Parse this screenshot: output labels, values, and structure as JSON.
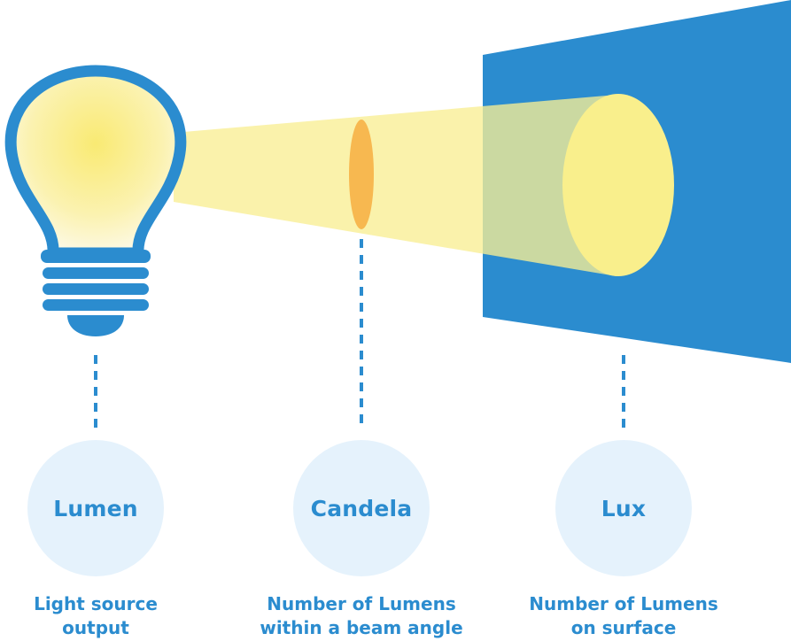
{
  "colors": {
    "blue": "#2b8ccf",
    "light_yellow": "#fbf1a0",
    "beam_yellow": "#f9ee94",
    "orange": "#f7b850",
    "circle_fill": "#e5f2fc",
    "text_blue": "#2b8ccf"
  },
  "icons": {
    "bulb": "light-bulb-icon",
    "surface": "wall-surface-icon"
  },
  "labels": [
    {
      "term": "Lumen",
      "description_lines": [
        "Light source",
        "output"
      ]
    },
    {
      "term": "Candela",
      "description_lines": [
        "Number of Lumens",
        "within a beam angle"
      ]
    },
    {
      "term": "Lux",
      "description_lines": [
        "Number of Lumens",
        "on surface"
      ]
    }
  ]
}
